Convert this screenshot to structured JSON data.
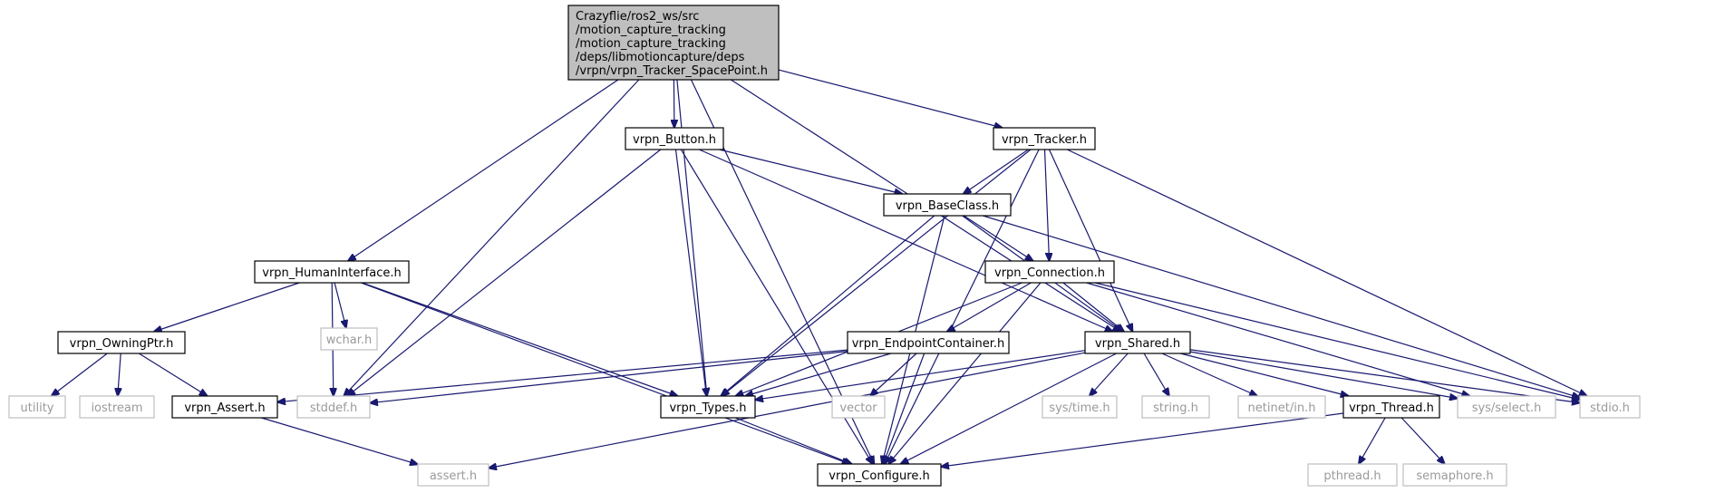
{
  "root": {
    "label_lines": [
      "Crazyflie/ros2_ws/src",
      "/motion_capture_tracking",
      "/motion_capture_tracking",
      "/deps/libmotioncapture/deps",
      "/vrpn/vrpn_Tracker_SpacePoint.h"
    ]
  },
  "nodes": {
    "button": "vrpn_Button.h",
    "tracker": "vrpn_Tracker.h",
    "baseclass": "vrpn_BaseClass.h",
    "humaninterface": "vrpn_HumanInterface.h",
    "connection": "vrpn_Connection.h",
    "wchar": "wchar.h",
    "owningptr": "vrpn_OwningPtr.h",
    "endpoint": "vrpn_EndpointContainer.h",
    "shared": "vrpn_Shared.h",
    "utility": "utility",
    "iostream": "iostream",
    "assert_h": "vrpn_Assert.h",
    "stddef": "stddef.h",
    "types": "vrpn_Types.h",
    "vector": "vector",
    "systime": "sys/time.h",
    "string": "string.h",
    "netinet": "netinet/in.h",
    "thread": "vrpn_Thread.h",
    "sysselect": "sys/select.h",
    "stdio": "stdio.h",
    "assert_std": "assert.h",
    "configure": "vrpn_Configure.h",
    "pthread": "pthread.h",
    "semaphore": "semaphore.h"
  },
  "external_nodes": [
    "wchar",
    "utility",
    "iostream",
    "stddef",
    "vector",
    "systime",
    "string",
    "netinet",
    "sysselect",
    "stdio",
    "assert_std",
    "pthread",
    "semaphore"
  ],
  "edges": [
    [
      "root",
      "button"
    ],
    [
      "root",
      "tracker"
    ],
    [
      "root",
      "humaninterface"
    ],
    [
      "root",
      "types"
    ],
    [
      "root",
      "stddef"
    ],
    [
      "root",
      "shared"
    ],
    [
      "root",
      "configure"
    ],
    [
      "button",
      "baseclass"
    ],
    [
      "button",
      "types"
    ],
    [
      "button",
      "shared"
    ],
    [
      "button",
      "stddef"
    ],
    [
      "button",
      "configure"
    ],
    [
      "tracker",
      "baseclass"
    ],
    [
      "tracker",
      "connection"
    ],
    [
      "tracker",
      "shared"
    ],
    [
      "tracker",
      "types"
    ],
    [
      "tracker",
      "stdio"
    ],
    [
      "tracker",
      "configure"
    ],
    [
      "baseclass",
      "connection"
    ],
    [
      "baseclass",
      "shared"
    ],
    [
      "baseclass",
      "types"
    ],
    [
      "baseclass",
      "stdio"
    ],
    [
      "baseclass",
      "configure"
    ],
    [
      "humaninterface",
      "owningptr"
    ],
    [
      "humaninterface",
      "wchar"
    ],
    [
      "humaninterface",
      "stddef"
    ],
    [
      "humaninterface",
      "types"
    ],
    [
      "humaninterface",
      "configure"
    ],
    [
      "connection",
      "endpoint"
    ],
    [
      "connection",
      "shared"
    ],
    [
      "connection",
      "types"
    ],
    [
      "connection",
      "sysselect"
    ],
    [
      "connection",
      "stdio"
    ],
    [
      "connection",
      "configure"
    ],
    [
      "owningptr",
      "utility"
    ],
    [
      "owningptr",
      "iostream"
    ],
    [
      "owningptr",
      "assert_h"
    ],
    [
      "endpoint",
      "assert_h"
    ],
    [
      "endpoint",
      "stddef"
    ],
    [
      "endpoint",
      "types"
    ],
    [
      "endpoint",
      "vector"
    ],
    [
      "endpoint",
      "configure"
    ],
    [
      "shared",
      "types"
    ],
    [
      "shared",
      "systime"
    ],
    [
      "shared",
      "string"
    ],
    [
      "shared",
      "netinet"
    ],
    [
      "shared",
      "thread"
    ],
    [
      "shared",
      "sysselect"
    ],
    [
      "shared",
      "stdio"
    ],
    [
      "shared",
      "assert_std"
    ],
    [
      "shared",
      "configure"
    ],
    [
      "assert_h",
      "assert_std"
    ],
    [
      "types",
      "configure"
    ],
    [
      "thread",
      "pthread"
    ],
    [
      "thread",
      "semaphore"
    ],
    [
      "thread",
      "configure"
    ]
  ]
}
